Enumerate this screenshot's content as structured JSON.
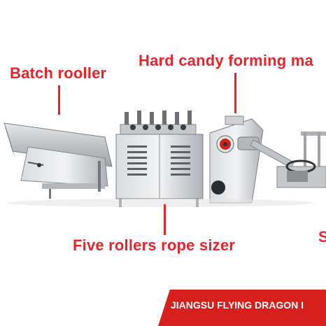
{
  "labels": {
    "batch_roller": "Batch rooller",
    "hard_candy": "Hard candy forming ma",
    "rope_sizer": "Five rollers rope sizer",
    "partial_right": "S"
  },
  "footer": {
    "company": "JIANGSU FLYING DRAGON I"
  },
  "colors": {
    "accent": "#e8242a",
    "footer_bg": "#d7201d",
    "steel": "#c9ccd0"
  }
}
